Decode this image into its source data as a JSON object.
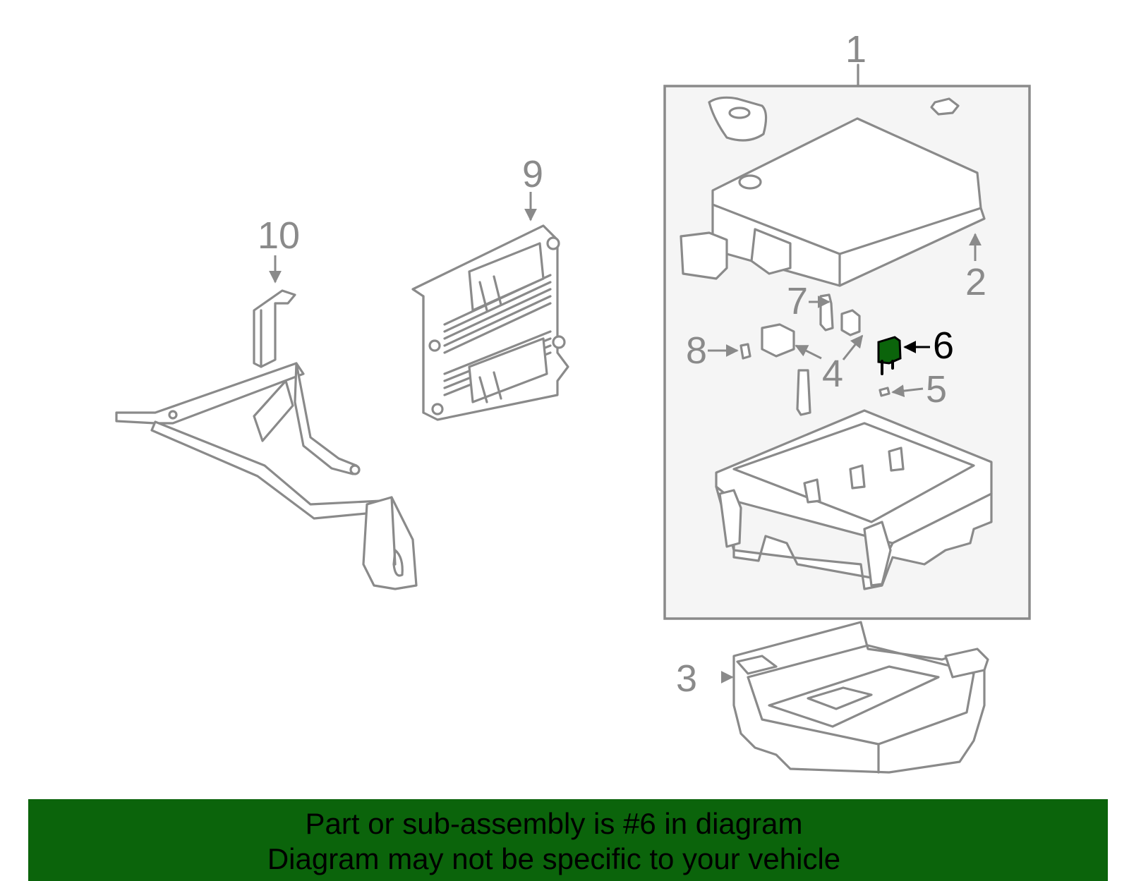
{
  "callouts": {
    "c1": "1",
    "c2": "2",
    "c3": "3",
    "c4": "4",
    "c5": "5",
    "c6": "6",
    "c7": "7",
    "c8": "8",
    "c9": "9",
    "c10": "10"
  },
  "highlighted_part": "6",
  "colors": {
    "highlight": "#0b640b",
    "line": "#8a8a8a",
    "box_fill": "#f5f5f5"
  },
  "banner": {
    "line1": "Part or sub-assembly is #6 in diagram",
    "line2": "Diagram may not be specific to your vehicle"
  }
}
